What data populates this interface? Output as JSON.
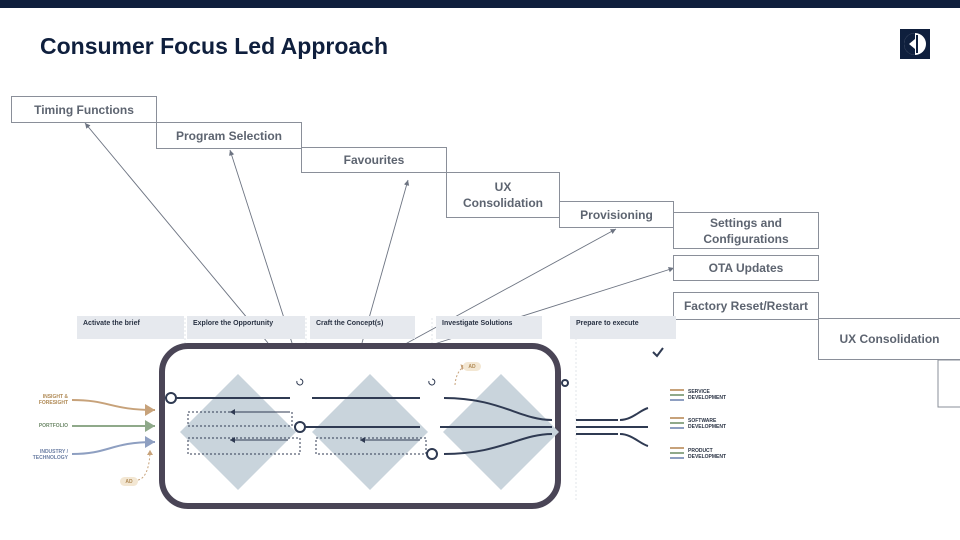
{
  "slide": {
    "title": "Consumer Focus Led Approach",
    "logo_icon": "electrolux-logo-icon",
    "brand_color": "#0f1f3d"
  },
  "steps": [
    {
      "label": "Timing Functions"
    },
    {
      "label": "Program Selection"
    },
    {
      "label": "Favourites"
    },
    {
      "label": "UX\nConsolidation"
    },
    {
      "label": "Provisioning"
    },
    {
      "label": "Settings and\nConfigurations"
    },
    {
      "label": "OTA Updates"
    },
    {
      "label": "Factory Reset/Restart"
    },
    {
      "label": "UX Consolidation"
    }
  ],
  "phases": [
    {
      "label": "Activate the brief"
    },
    {
      "label": "Explore the Opportunity"
    },
    {
      "label": "Craft the Concept(s)"
    },
    {
      "label": "Investigate Solutions"
    },
    {
      "label": "Prepare to execute"
    }
  ],
  "inputs": [
    {
      "label": "INSIGHT &\nFORESIGHT",
      "color": "#c7a27a"
    },
    {
      "label": "PORTFOLIO",
      "color": "#8fa98a"
    },
    {
      "label": "INDUSTRY /\nTECHNOLOGY",
      "color": "#8e9fc1"
    }
  ],
  "outputs": [
    {
      "label": "SERVICE\nDEVELOPMENT"
    },
    {
      "label": "SOFTWARE\nDEVELOPMENT"
    },
    {
      "label": "PRODUCT\nDEVELOPMENT"
    }
  ],
  "badges": [
    {
      "label": "AD"
    },
    {
      "label": "AD"
    }
  ],
  "colors": {
    "frame": "#4a4556",
    "diamond": "#c9d4dc",
    "flow": "#2f3a52",
    "badge": "#d9b98a"
  }
}
